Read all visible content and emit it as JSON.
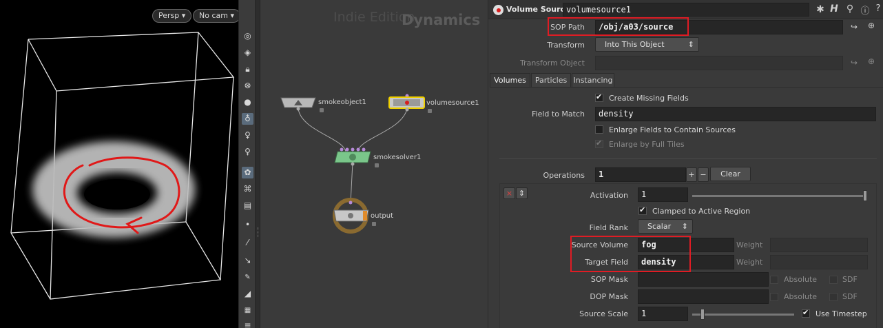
{
  "viewport": {
    "persp_label": "Persp ▾",
    "cam_label": "No cam ▾"
  },
  "toolbar_icons": [
    "eye-icon",
    "display-icon",
    "lock-icon",
    "ghost-icon",
    "sphere-icon",
    "light-icon",
    "bulb-icon",
    "gear-bulb-icon",
    "shading-icon",
    "visibility-icon",
    "snapshot-icon",
    "point-icon",
    "brush-icon",
    "pin-icon",
    "count-icon",
    "eraser-icon",
    "grid-count-icon",
    "layers-icon"
  ],
  "network": {
    "watermark": "Indie Edition",
    "context": "Dynamics",
    "nodes": {
      "smokeobject": "smokeobject1",
      "volumesource": "volumesource1",
      "smokesolver": "smokesolver1",
      "output": "output"
    }
  },
  "params": {
    "header": {
      "node_type": "Volume Source",
      "node_name": "volumesource1"
    },
    "sop_path": {
      "label": "SOP Path",
      "value": "/obj/a03/source"
    },
    "transform": {
      "label": "Transform",
      "value": "Into This Object"
    },
    "transform_object": {
      "label": "Transform Object",
      "value": ""
    },
    "tabs": [
      "Volumes",
      "Particles",
      "Instancing"
    ],
    "create_missing": "Create Missing Fields",
    "field_to_match": {
      "label": "Field to Match",
      "value": "density"
    },
    "enlarge_fields": "Enlarge Fields to Contain Sources",
    "enlarge_tiles": "Enlarge by Full Tiles",
    "operations": {
      "label": "Operations",
      "value": "1",
      "plus": "+",
      "minus": "−",
      "clear": "Clear"
    },
    "op_buttons": {
      "remove": "×",
      "move": "⇕"
    },
    "activation": {
      "label": "Activation",
      "value": "1"
    },
    "clamped": "Clamped to Active Region",
    "field_rank": {
      "label": "Field Rank",
      "value": "Scalar"
    },
    "source_volume": {
      "label": "Source Volume",
      "value": "fog",
      "weight_label": "Weight"
    },
    "target_field": {
      "label": "Target Field",
      "value": "density",
      "weight_label": "Weight"
    },
    "sop_mask": {
      "label": "SOP Mask",
      "absolute": "Absolute",
      "sdf": "SDF"
    },
    "dop_mask": {
      "label": "DOP Mask",
      "absolute": "Absolute",
      "sdf": "SDF"
    },
    "source_scale": {
      "label": "Source Scale",
      "value": "1",
      "use_timestep": "Use Timestep"
    }
  },
  "colors": {
    "highlight_box": "#e01c24",
    "solver_node": "#7ac68a",
    "selected_node_border": "#f0d000",
    "output_ring": "#8a6a30"
  }
}
